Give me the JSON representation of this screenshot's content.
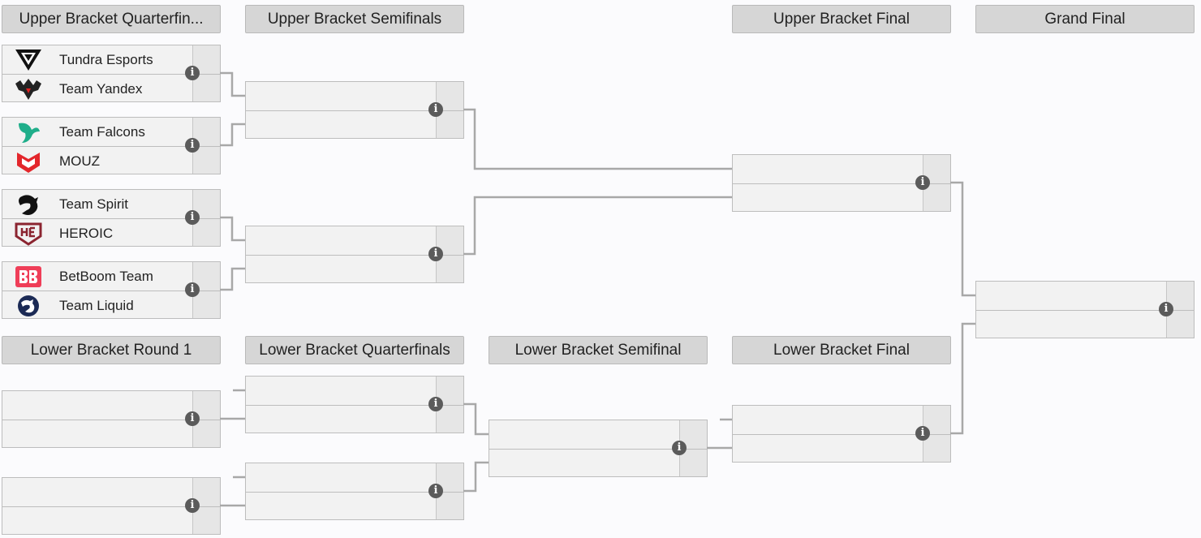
{
  "headers": {
    "ub_qf": "Upper Bracket Quarterfin...",
    "ub_sf": "Upper Bracket Semifinals",
    "ub_final": "Upper Bracket Final",
    "grand_final": "Grand Final",
    "lb_r1": "Lower Bracket Round 1",
    "lb_qf": "Lower Bracket Quarterfinals",
    "lb_sf": "Lower Bracket Semifinal",
    "lb_final": "Lower Bracket Final"
  },
  "teams": {
    "m1": {
      "top": "Tundra Esports",
      "bottom": "Team Yandex"
    },
    "m2": {
      "top": "Team Falcons",
      "bottom": "MOUZ"
    },
    "m3": {
      "top": "Team Spirit",
      "bottom": "HEROIC"
    },
    "m4": {
      "top": "BetBoom Team",
      "bottom": "Team Liquid"
    }
  },
  "info_icon": "i",
  "colors": {
    "header_bg": "#d6d6d6",
    "match_bg": "#f2f2f2",
    "connector": "#a8a8a8",
    "info_icon_bg": "#5b5b5b",
    "falcons": "#1fae8a",
    "mouz": "#e3262b",
    "heroic": "#8b2430",
    "betboom": "#ef3e58",
    "liquid": "#1b2a55"
  }
}
